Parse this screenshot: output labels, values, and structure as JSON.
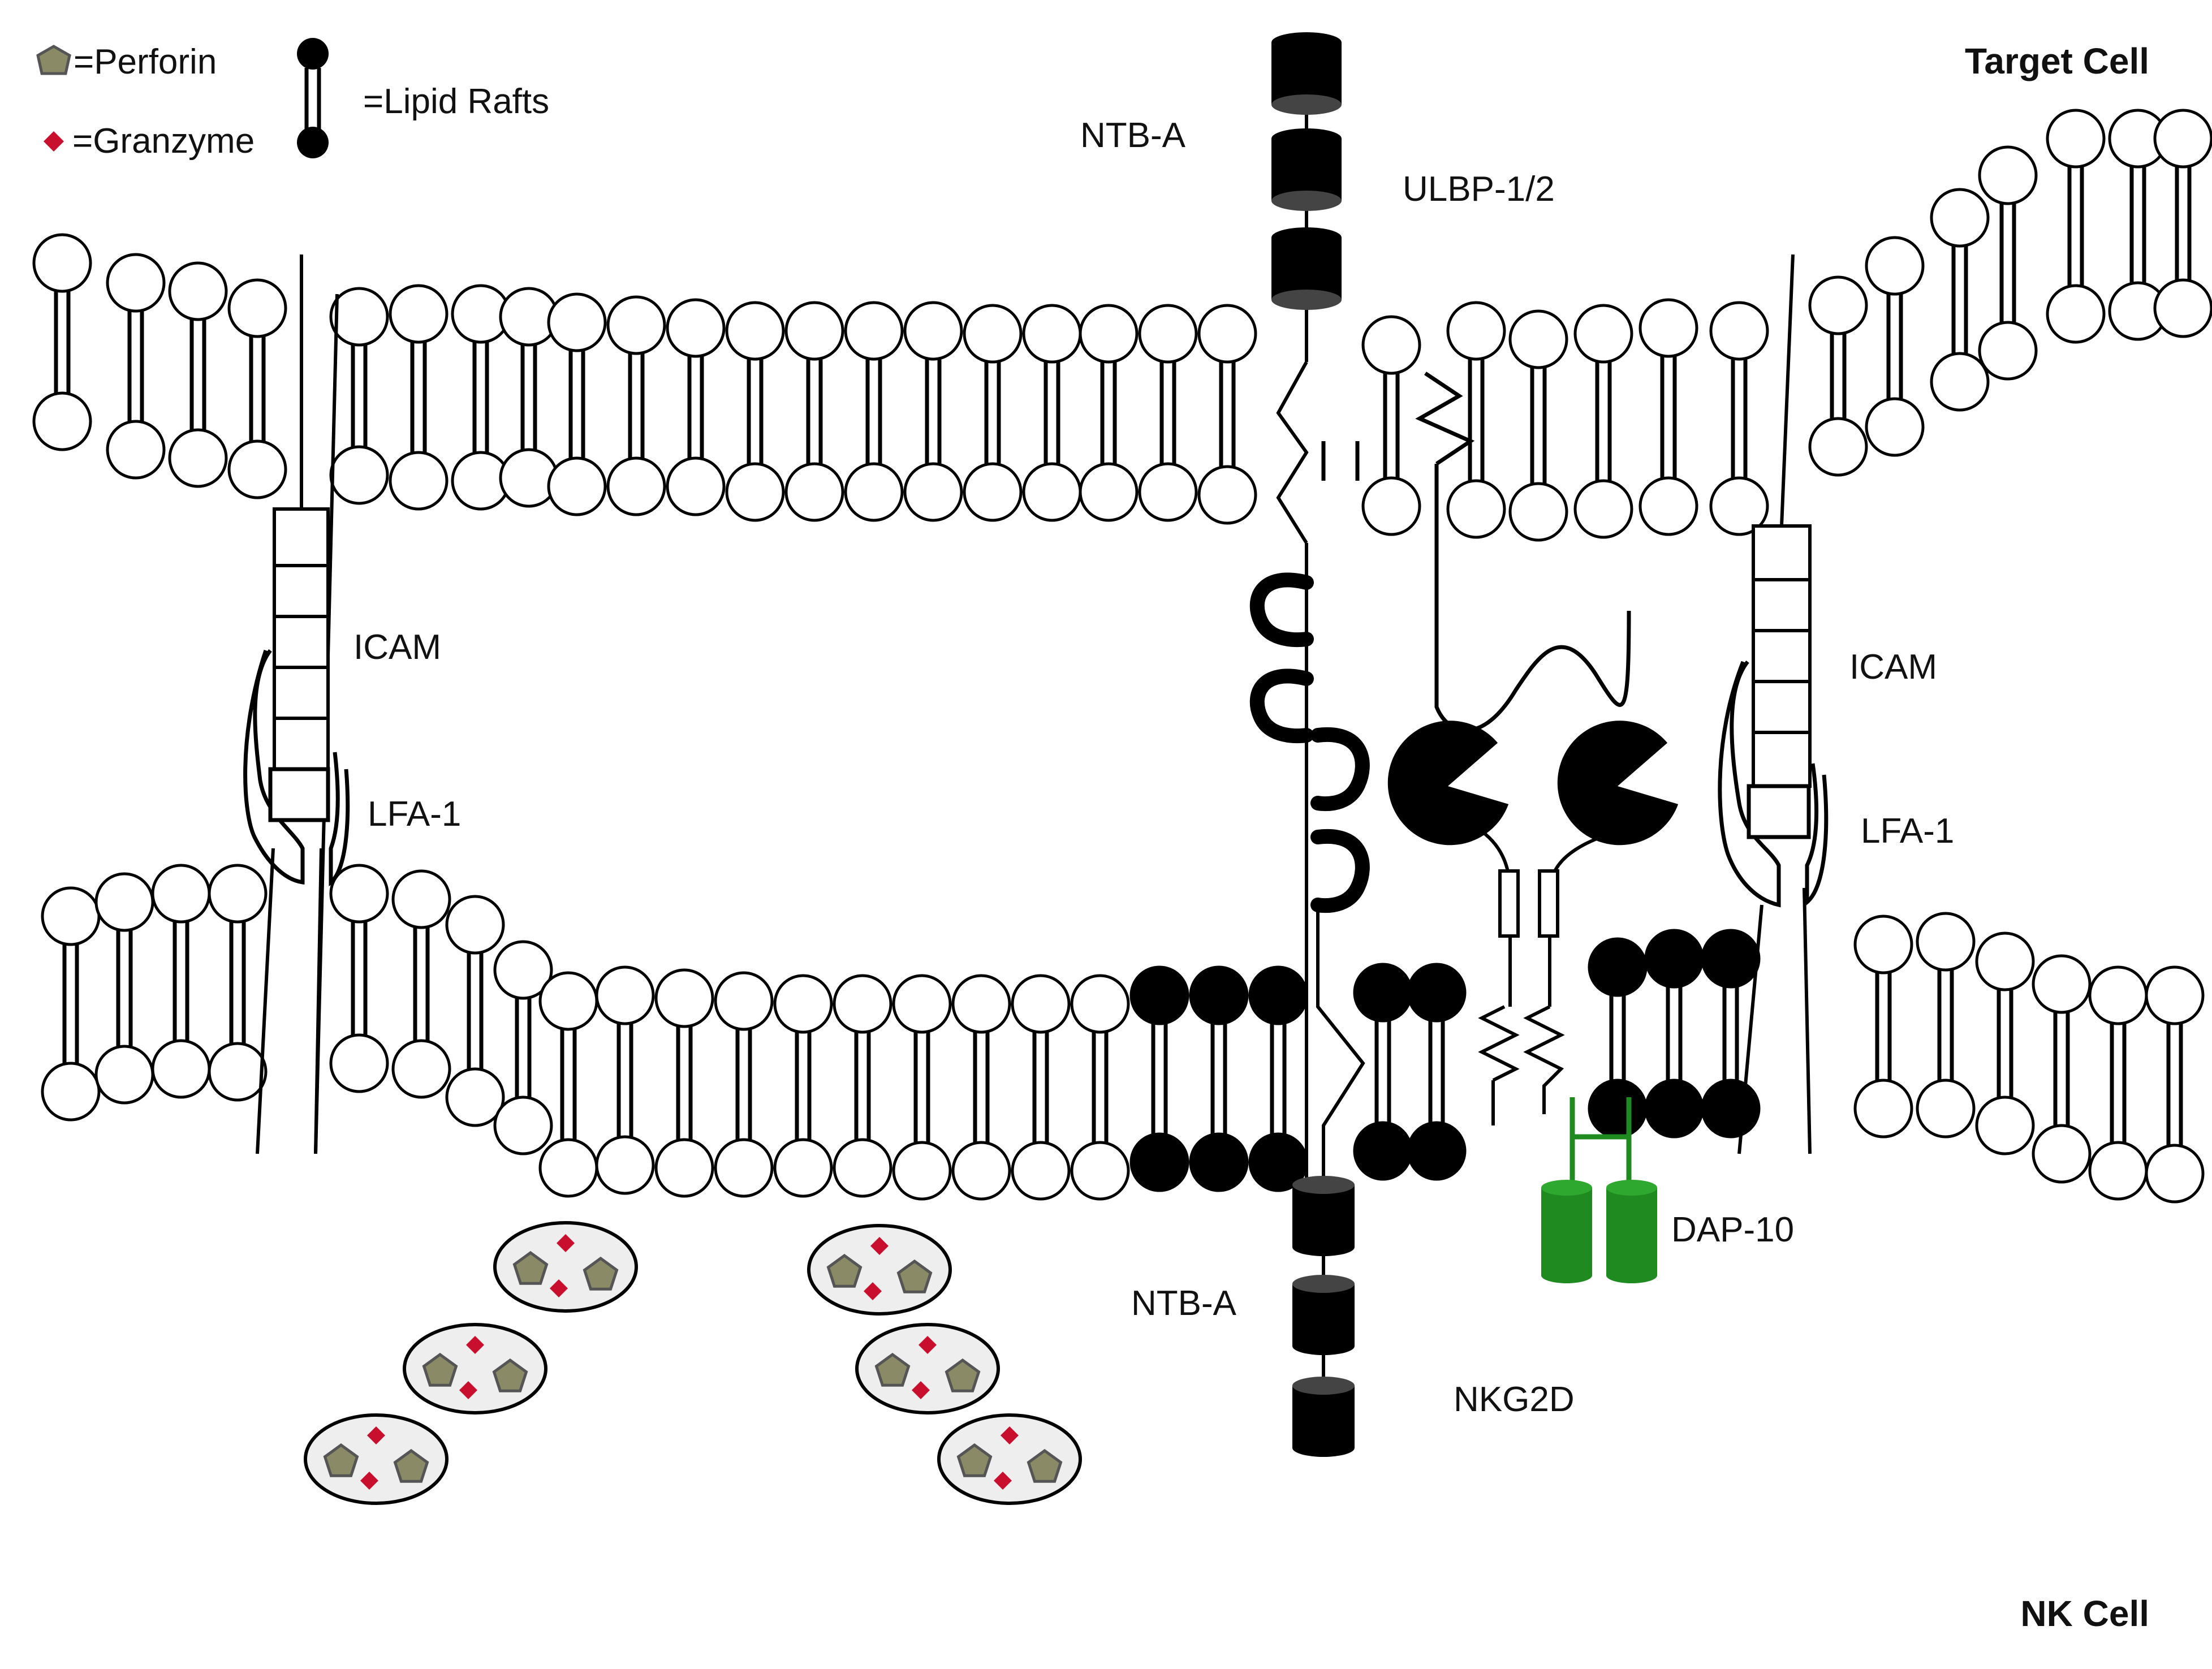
{
  "legend": {
    "perforin": "=Perforin",
    "granzyme": "=Granzyme",
    "lipid_rafts": "=Lipid Rafts"
  },
  "cells": {
    "target": "Target Cell",
    "nk": "NK Cell"
  },
  "labels": {
    "ntba_top": "NTB-A",
    "ulbp": "ULBP-1/2",
    "icam_left": "ICAM",
    "lfa_left": "LFA-1",
    "icam_right": "ICAM",
    "lfa_right": "LFA-1",
    "dap10": "DAP-10",
    "ntba_bottom": "NTB-A",
    "nkg2d": "NKG2D"
  },
  "colors": {
    "perforin": "#8a8a66",
    "granzyme": "#c8102e",
    "dap10": "#1f8a1f",
    "raft": "#000000",
    "membrane_head": "#ffffff",
    "stroke": "#000000"
  },
  "icons": {
    "perforin": "pentagon-icon",
    "granzyme": "diamond-icon",
    "lipid_raft": "raft-lipid-icon"
  }
}
